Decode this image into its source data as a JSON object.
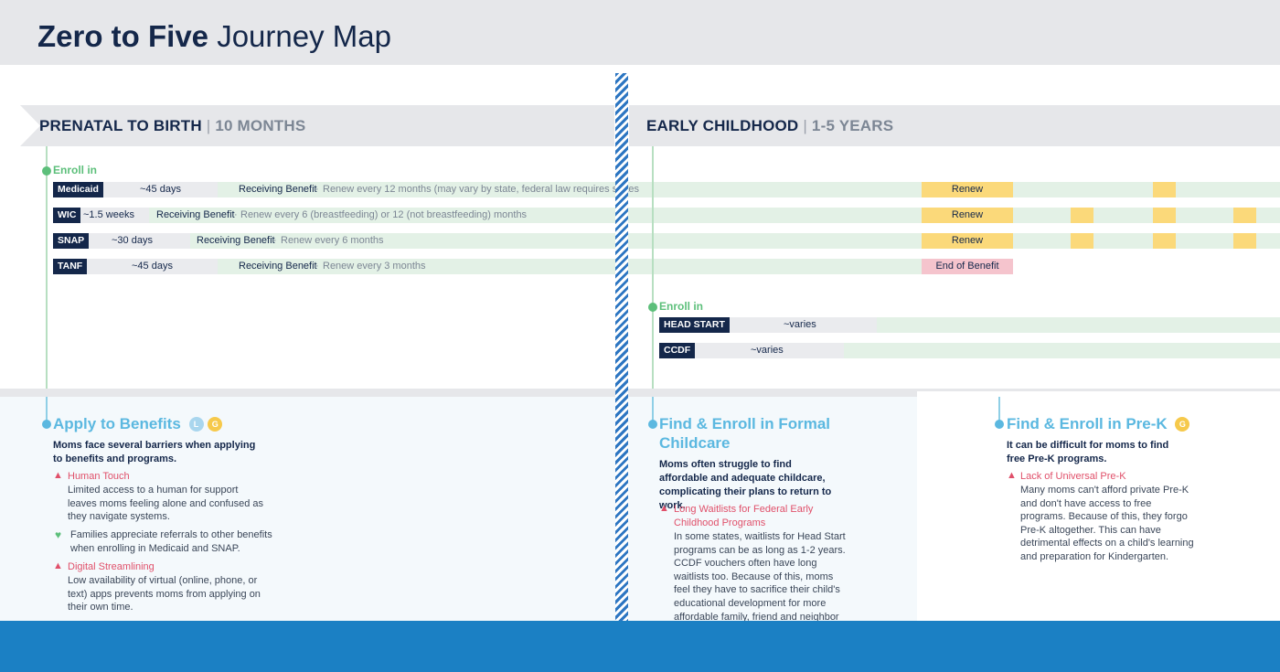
{
  "header": {
    "title_bold": "Zero to Five",
    "title_light": "Journey Map"
  },
  "phases": {
    "prenatal": {
      "title": "PRENATAL TO BIRTH",
      "sep": "|",
      "sub": "10 MONTHS"
    },
    "early": {
      "title": "EARLY CHILDHOOD",
      "sep": "|",
      "sub": "1-5 YEARS"
    }
  },
  "prenatal_enroll": {
    "label": "Enroll in",
    "programs": [
      {
        "name": "Medicaid",
        "wait": "~45 days",
        "status": "Receiving Benefit",
        "dot": "·",
        "note": "Renew every 12 months (may vary by state, federal law requires states"
      },
      {
        "name": "WIC",
        "wait": "~1.5 weeks",
        "status": "Receiving Benefit",
        "dot": "·",
        "note": "Renew every 6 (breastfeeding) or 12 (not breastfeeding) months"
      },
      {
        "name": "SNAP",
        "wait": "~30 days",
        "status": "Receiving Benefit",
        "dot": "·",
        "note": "Renew every 6 months"
      },
      {
        "name": "TANF",
        "wait": "~45 days",
        "status": "Receiving Benefit",
        "dot": "·",
        "note": "Renew every 3 months"
      }
    ],
    "renew_label": "Renew",
    "end_label": "End of Benefit"
  },
  "early_enroll": {
    "label": "Enroll in",
    "programs": [
      {
        "name": "HEAD START",
        "wait": "~varies"
      },
      {
        "name": "CCDF",
        "wait": "~varies"
      }
    ]
  },
  "sections": {
    "apply": {
      "title": "Apply to Benefits",
      "badges": [
        "L",
        "G"
      ],
      "intro": "Moms face several barriers when applying to benefits and programs.",
      "warn1_title": "Human Touch",
      "warn1_body": "Limited access to a human for support leaves moms feeling alone and confused as they navigate systems.",
      "positive": "Families appreciate referrals to other benefits when enrolling in Medicaid and SNAP.",
      "warn2_title": "Digital Streamlining",
      "warn2_body": "Low availability of virtual (online, phone, or text) apps prevents moms from applying on their own time."
    },
    "childcare": {
      "title": "Find & Enroll in Formal Childcare",
      "intro": "Moms often struggle to find affordable and adequate childcare, complicating their plans to return to work.",
      "warn1_title": "Long Waitlists for Federal Early Childhood Programs",
      "warn1_body": "In some states, waitlists for Head Start programs can be as long as 1-2 years. CCDF vouchers often have long waitlists too. Because of this, moms feel they have to sacrifice their child's educational development for more affordable family, friend and neighbor"
    },
    "prek": {
      "title": "Find & Enroll in Pre-K",
      "badges": [
        "G"
      ],
      "intro": "It can be difficult for moms to find free Pre-K programs.",
      "warn1_title": "Lack of Universal Pre-K",
      "warn1_body": "Many moms can't afford private Pre-K and don't have access to free programs. Because of this, they forgo Pre-K altogether. This can have detrimental effects on a child's learning and preparation for Kindergarten."
    }
  },
  "icons": {
    "warning": "warning-icon",
    "heart": "heart-icon"
  },
  "colors": {
    "navy": "#14274a",
    "green": "#5cbf7a",
    "blue": "#5bb8e0",
    "renew": "#fbd97a",
    "end": "#f5c4cd",
    "footer": "#1b80c4",
    "warn": "#e0506a"
  }
}
